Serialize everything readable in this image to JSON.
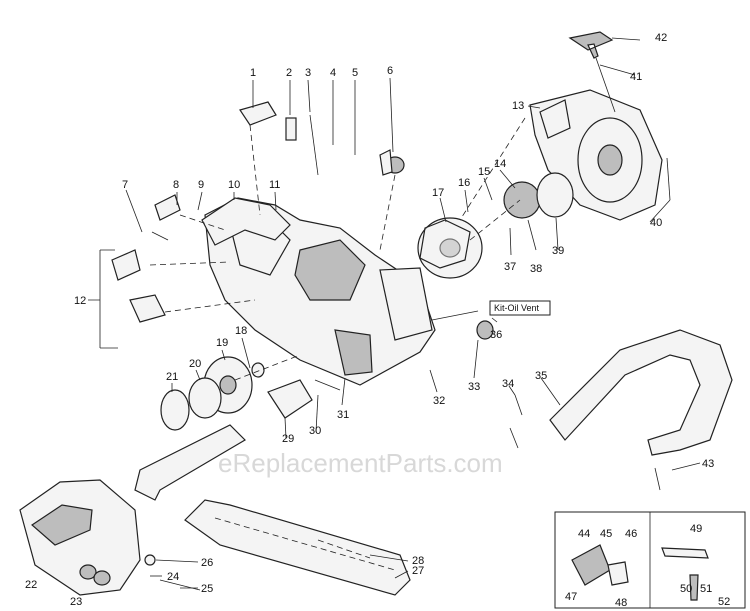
{
  "watermark": "eReplacementParts.com",
  "callout_box_label": "Kit-Oil Vent",
  "part_numbers": [
    "1",
    "2",
    "3",
    "4",
    "5",
    "6",
    "7",
    "8",
    "9",
    "10",
    "11",
    "12",
    "13",
    "14",
    "15",
    "16",
    "17",
    "18",
    "19",
    "20",
    "21",
    "22",
    "23",
    "24",
    "25",
    "26",
    "27",
    "28",
    "29",
    "30",
    "31",
    "32",
    "33",
    "34",
    "35",
    "36",
    "37",
    "38",
    "39",
    "40",
    "41",
    "42",
    "43",
    "44",
    "45",
    "46",
    "47",
    "48",
    "49",
    "50",
    "51",
    "52"
  ]
}
